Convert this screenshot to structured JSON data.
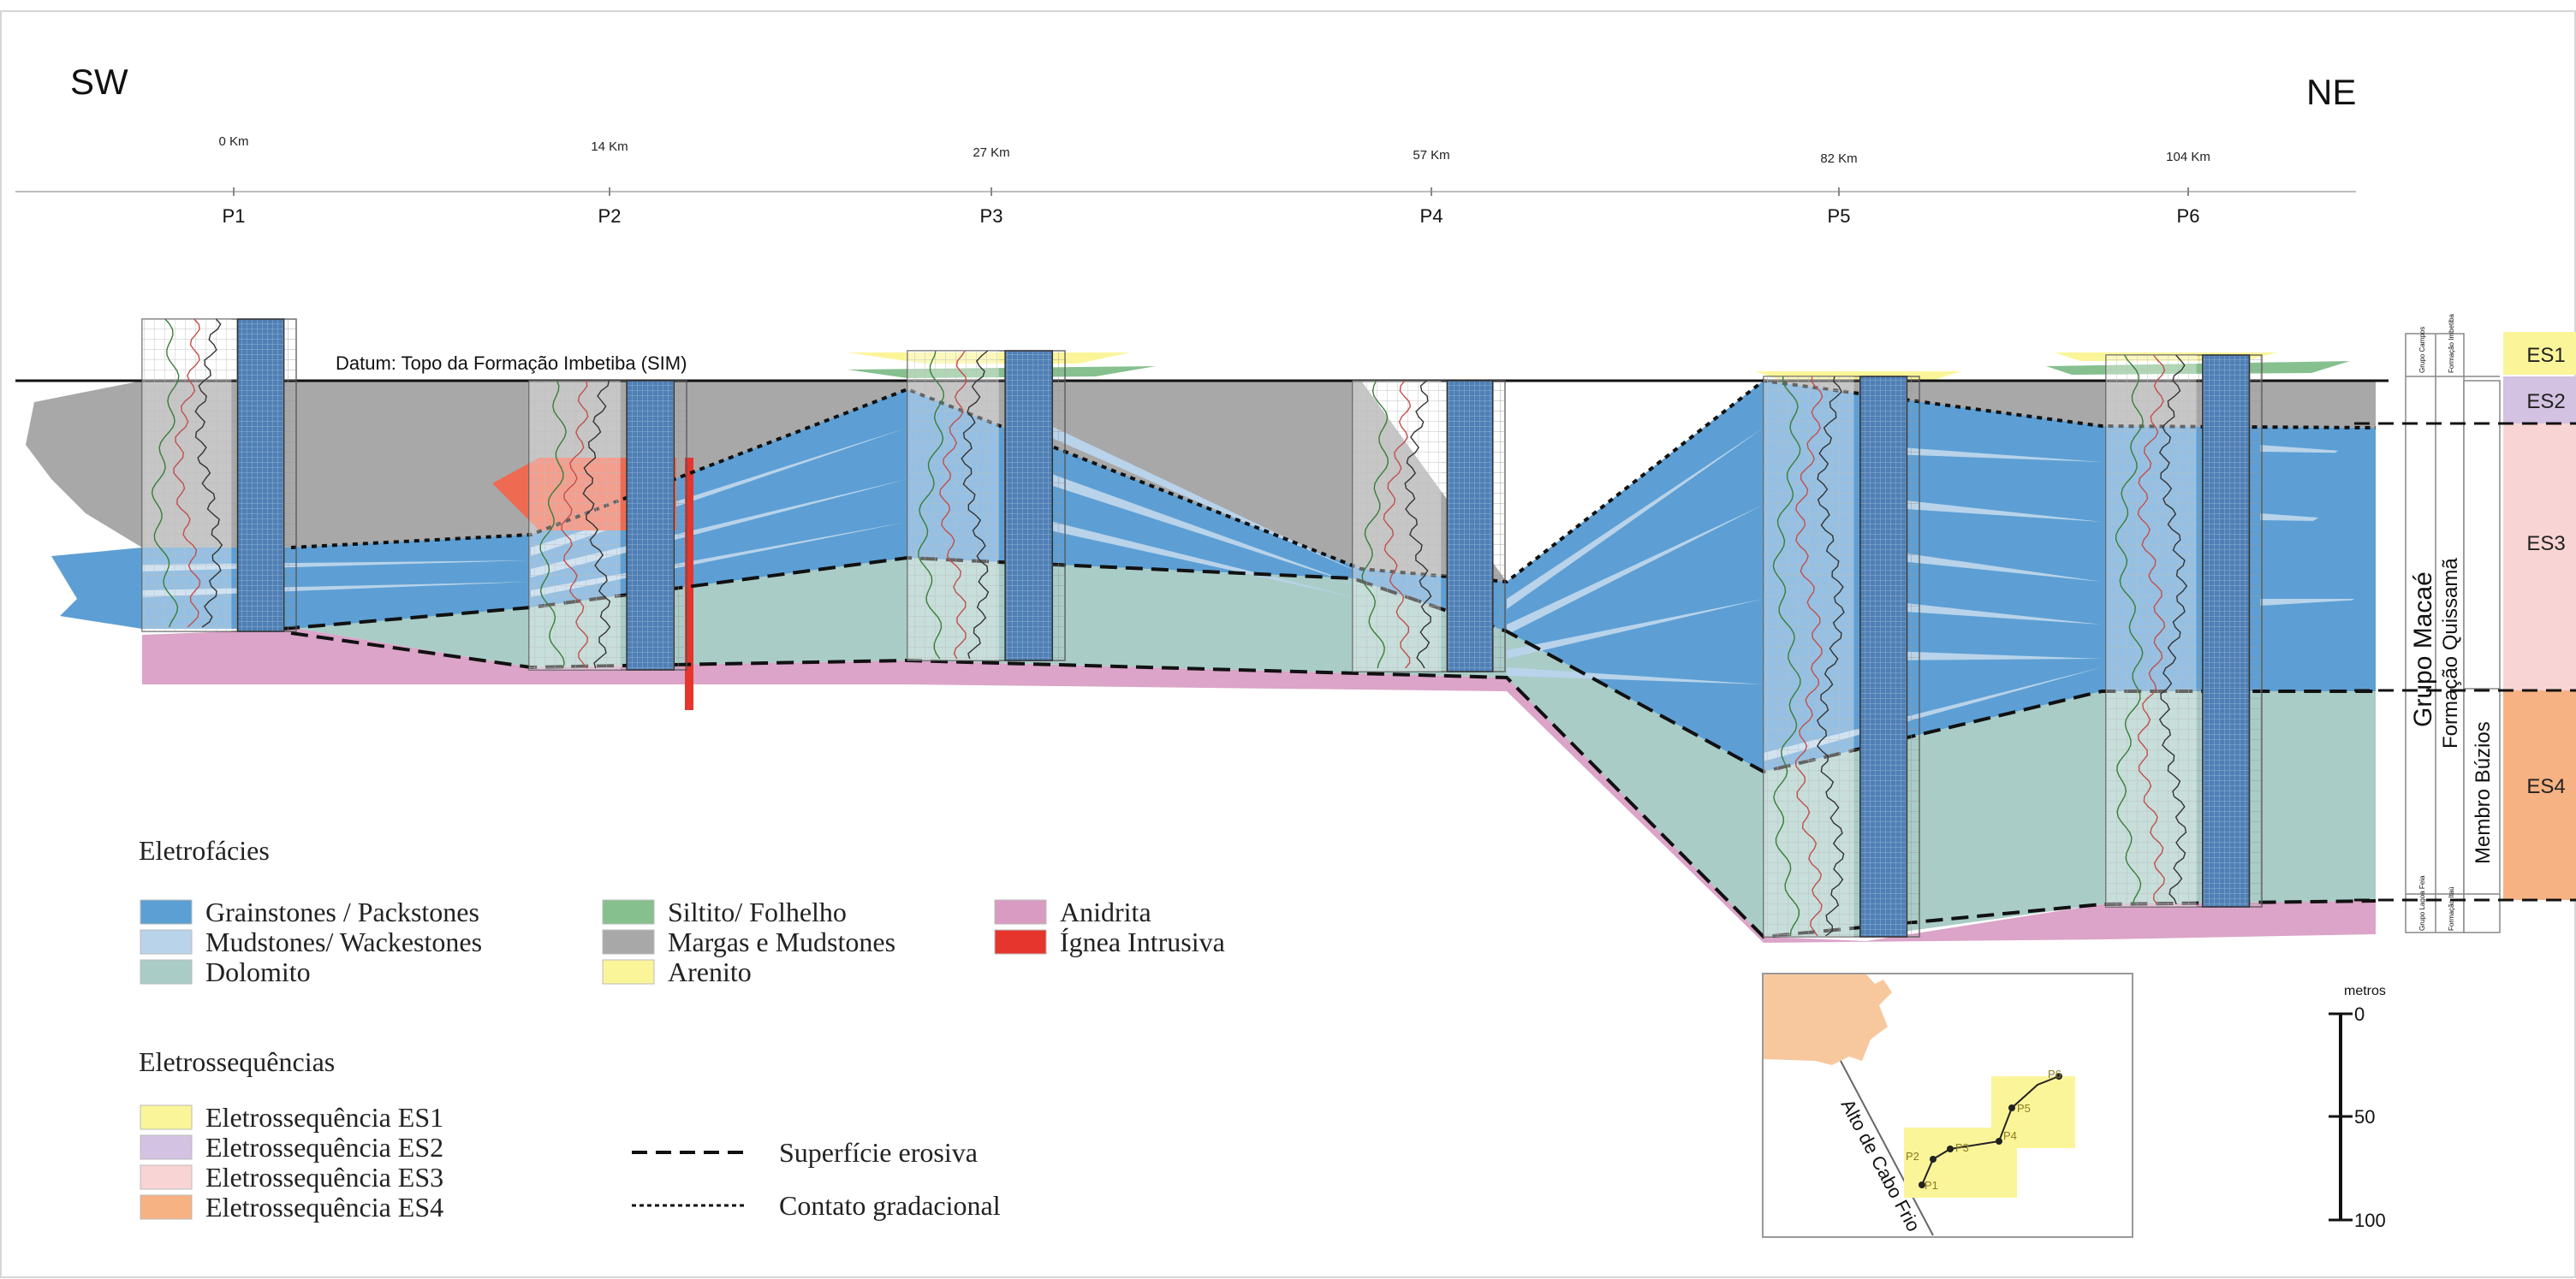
{
  "header": {
    "left_direction": "SW",
    "right_direction": "NE",
    "datum_label": "Datum: Topo da Formação Imbetiba (SIM)"
  },
  "wells": [
    {
      "name": "P1",
      "distance": "0 Km"
    },
    {
      "name": "P2",
      "distance": "14 Km"
    },
    {
      "name": "P3",
      "distance": "27 Km"
    },
    {
      "name": "P4",
      "distance": "57 Km"
    },
    {
      "name": "P5",
      "distance": "82 Km"
    },
    {
      "name": "P6",
      "distance": "104 Km"
    }
  ],
  "stratigraphy": {
    "grupo": "Grupo Macaé",
    "formacao": "Formação Quissamã",
    "membro": "Membro Búzios",
    "top_grupo": "Grupo Campos",
    "top_formacao": "Formação Imbetiba",
    "bottom_grupo": "Grupo Lagoa Feia",
    "bottom_formacao": "Formação Itaú"
  },
  "sequences_column": [
    "ES1",
    "ES2",
    "ES3",
    "ES4"
  ],
  "legend_facies": {
    "title": "Eletrofácies",
    "items": [
      {
        "label": "Grainstones / Packstones",
        "color": "#5b9fd3"
      },
      {
        "label": "Mudstones/ Wackestones",
        "color": "#b8d3ea"
      },
      {
        "label": "Dolomito",
        "color": "#a9ccc7"
      },
      {
        "label": "Siltito/ Folhelho",
        "color": "#86c08f"
      },
      {
        "label": "Margas e Mudstones",
        "color": "#a8a8a8"
      },
      {
        "label": "Arenito",
        "color": "#fbf59a"
      },
      {
        "label": "Anidrita",
        "color": "#d99bc1"
      },
      {
        "label": "Ígnea Intrusiva",
        "color": "#e5352d"
      }
    ]
  },
  "legend_sequences": {
    "title": "Eletrossequências",
    "items": [
      {
        "label": "Eletrossequência ES1",
        "color": "#fbf59a"
      },
      {
        "label": "Eletrossequência ES2",
        "color": "#d3c2e1"
      },
      {
        "label": "Eletrossequência ES3",
        "color": "#f9d4d4"
      },
      {
        "label": "Eletrossequência ES4",
        "color": "#f7b283"
      }
    ]
  },
  "legend_lines": [
    {
      "label": "Superfície erosiva",
      "style": "dashed"
    },
    {
      "label": "Contato gradacional",
      "style": "dotted"
    }
  ],
  "map": {
    "label": "Alto de Cabo Frio",
    "points": [
      "P1",
      "P2",
      "P3",
      "P4",
      "P5",
      "P6"
    ]
  },
  "scale": {
    "title": "metros",
    "ticks": [
      "0",
      "50",
      "100"
    ]
  }
}
